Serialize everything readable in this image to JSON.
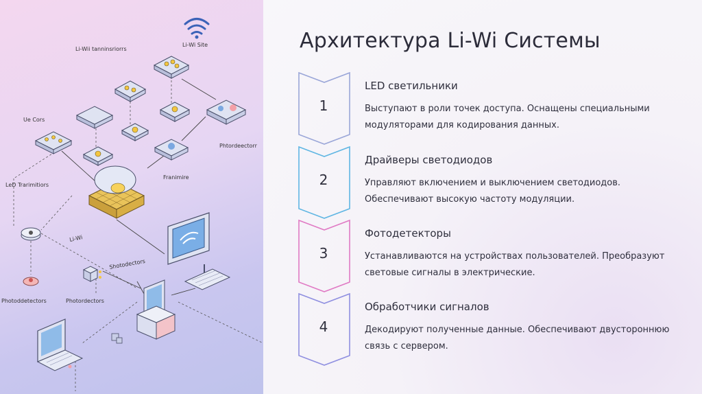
{
  "slide": {
    "title": "Архитектура Li-Wi Системы",
    "steps": [
      {
        "number": "1",
        "title": "LED светильники",
        "line1": "Выступают в роли точек доступа. Оснащены специальными",
        "line2": "модуляторами для кодирования данных.",
        "accent": "#9aa6d8"
      },
      {
        "number": "2",
        "title": "Драйверы светодиодов",
        "line1": "Управляют включением и выключением светодиодов.",
        "line2": "Обеспечивают высокую частоту модуляции.",
        "accent": "#5fb6e3"
      },
      {
        "number": "3",
        "title": "Фотодетекторы",
        "line1": "Устанавливаются на устройствах пользователей. Преобразуют",
        "line2": "световые сигналы в электрические.",
        "accent": "#e07ac4"
      },
      {
        "number": "4",
        "title": "Обработчики сигналов",
        "line1": "Декодируют полученные данные. Обеспечивают двустороннюю",
        "line2": "связь с сервером.",
        "accent": "#8f8fe0"
      }
    ]
  },
  "illustration": {
    "labels": {
      "site": "Li-Wi Site",
      "transmitters_top": "Li-Wii tanninsriorrs",
      "ue_cors": "Ue Cors",
      "photodetector_right": "Phtordeectorr",
      "led_transmitters": "LeD Trarimitiors",
      "franimire": "Franimire",
      "liwi": "Li-Wi",
      "shotodectors": "Shotodectors",
      "photodetectors_a": "Photoddetectors",
      "photodetectors_b": "Photordectors"
    }
  }
}
